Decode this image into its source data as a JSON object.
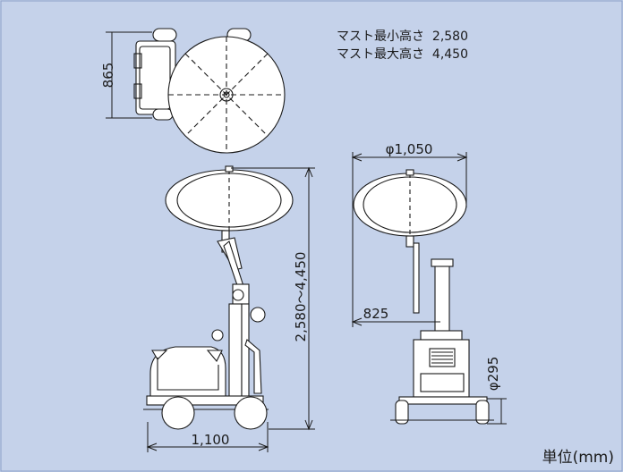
{
  "specs": {
    "min_label": "マスト最小高さ",
    "min_value": "2,580",
    "max_label": "マスト最大高さ",
    "max_value": "4,450"
  },
  "dimensions": {
    "top_depth": "865",
    "height_range": "2,580～4,450",
    "width": "1,100",
    "lamp_diameter": "φ1,050",
    "offset": "825",
    "wheel_diameter": "φ295"
  },
  "unit_label": "単位(mm)",
  "colors": {
    "background": "#c5d2ea",
    "line": "#1a1a1a",
    "body_fill": "#ffffff"
  }
}
